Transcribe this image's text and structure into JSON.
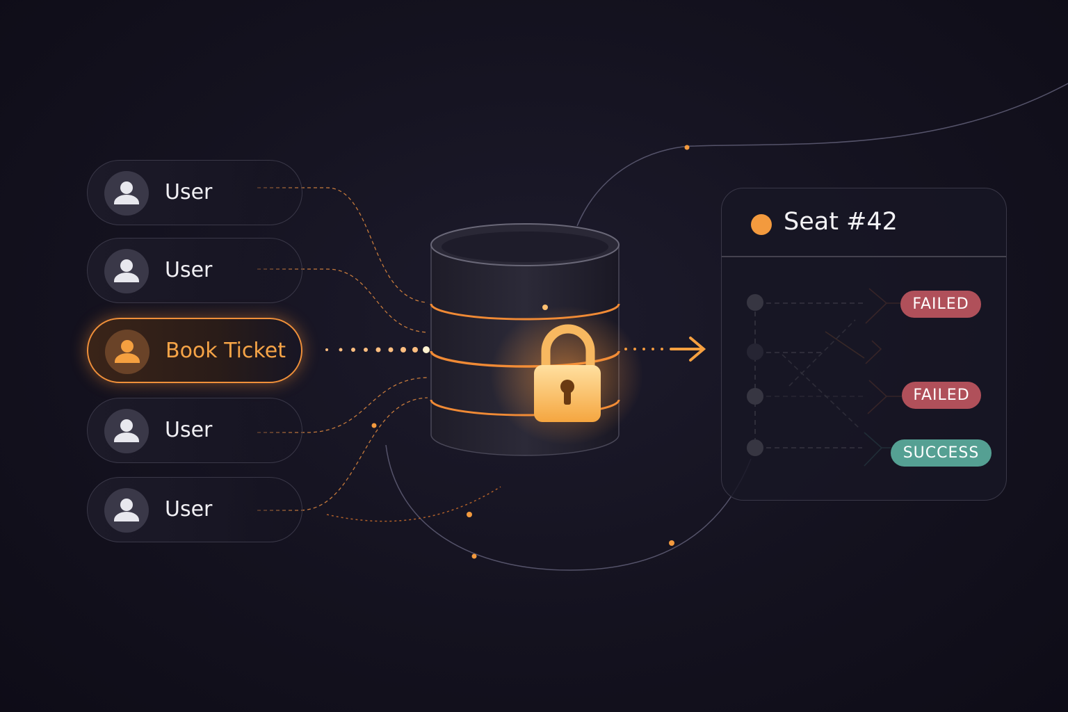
{
  "users": [
    {
      "label": "User",
      "icon": "user-icon"
    },
    {
      "label": "User",
      "icon": "user-icon"
    },
    {
      "label": "Book Ticket",
      "icon": "user-icon",
      "highlighted": true
    },
    {
      "label": "User",
      "icon": "user-icon"
    },
    {
      "label": "User",
      "icon": "user-icon"
    }
  ],
  "database": {
    "icon": "database-icon",
    "lock_icon": "lock-icon"
  },
  "panel": {
    "title": "Seat #42",
    "status_color": "#f39a3e",
    "results": [
      {
        "label": "FAILED",
        "color": "#b0505a"
      },
      {
        "label": "FAILED",
        "color": "#b0505a"
      },
      {
        "label": "SUCCESS",
        "color": "#55a093"
      }
    ]
  },
  "colors": {
    "accent": "#f39a3e",
    "background": "#14121f"
  }
}
